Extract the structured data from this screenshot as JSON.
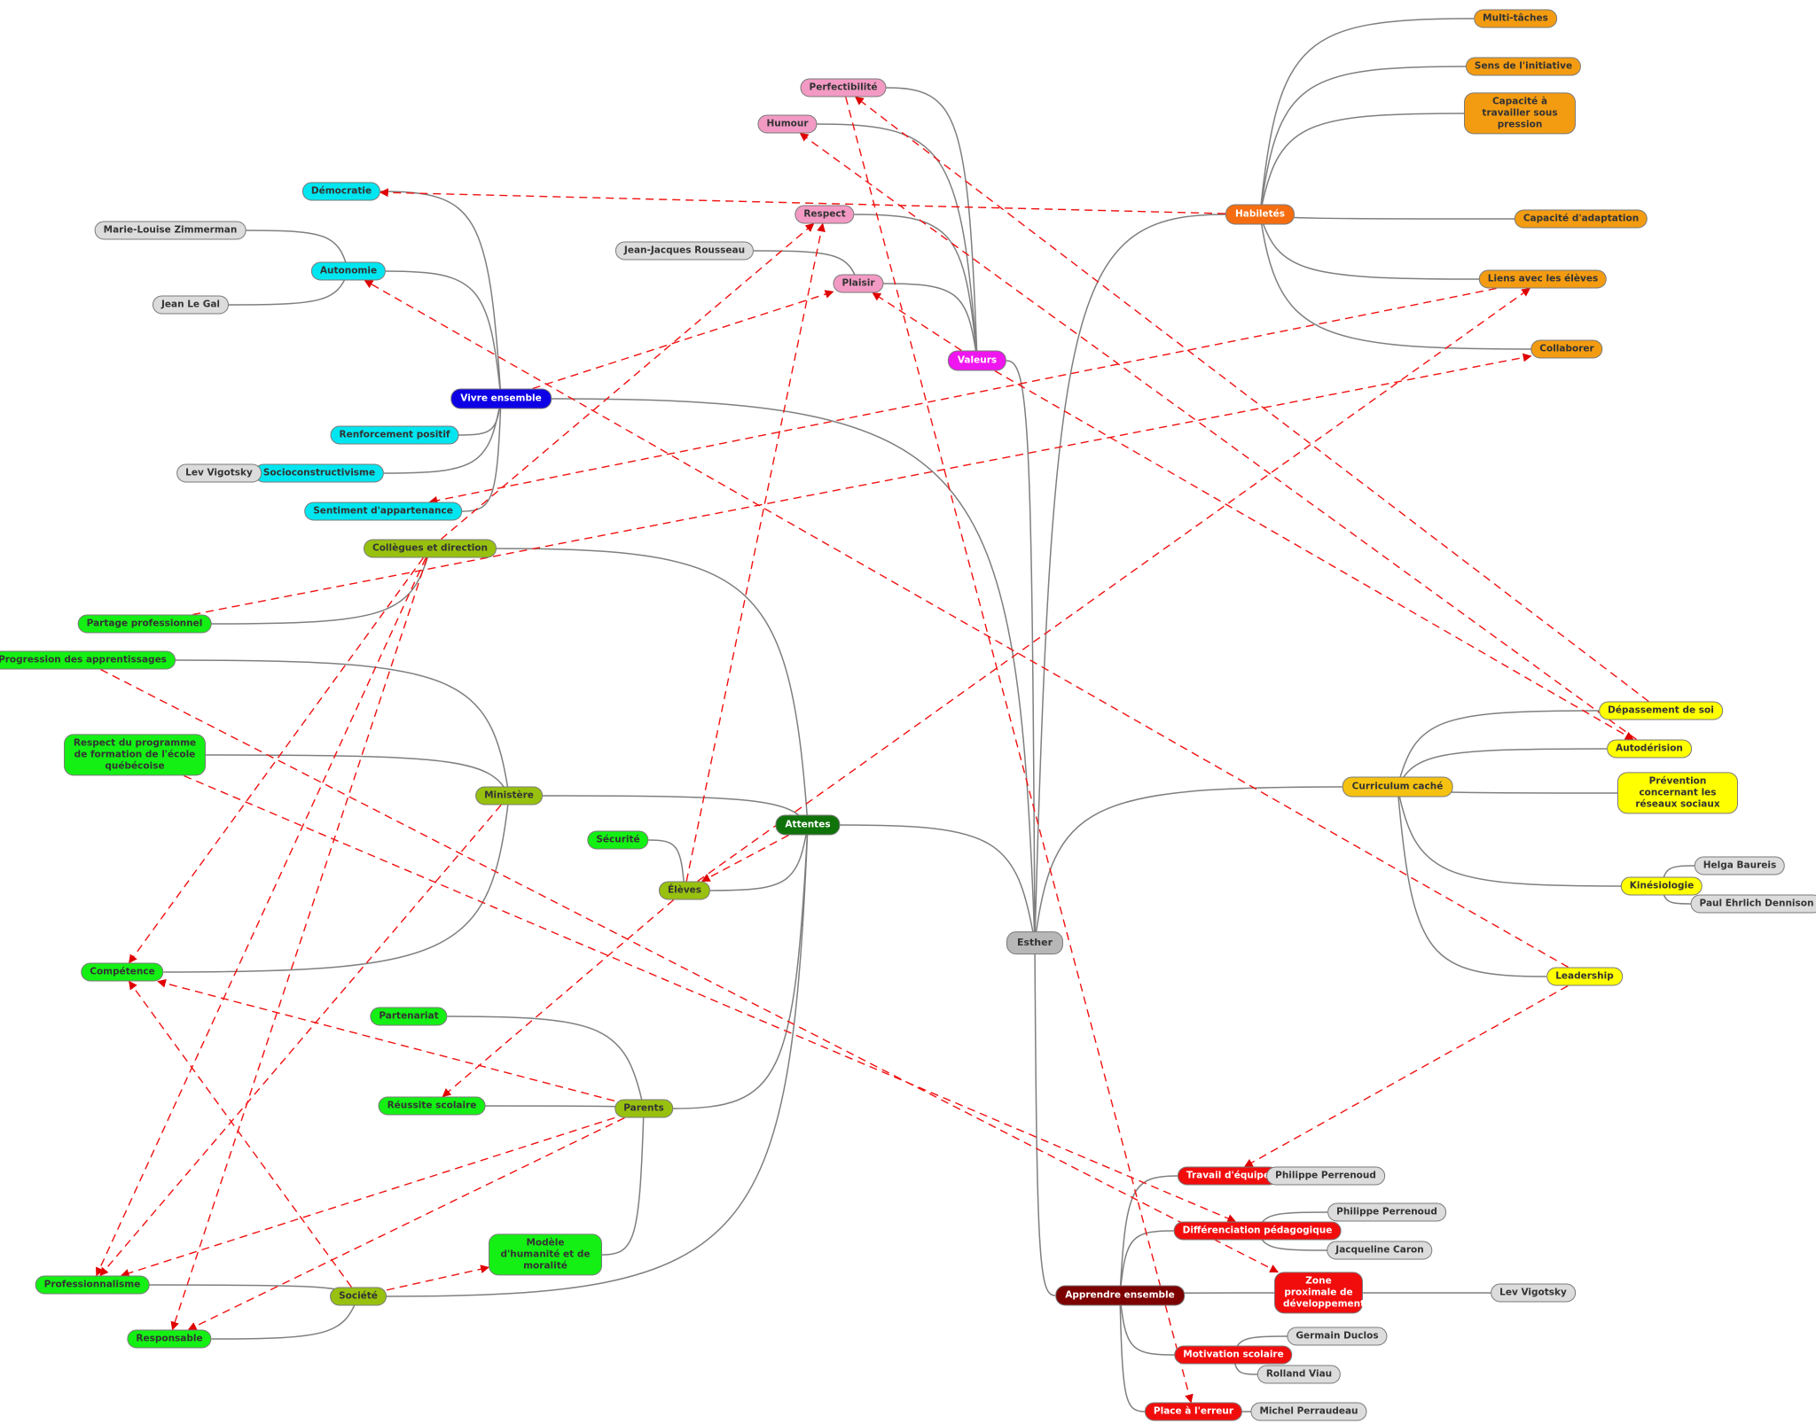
{
  "colors": {
    "root": "#b7b7b7",
    "blue": "#0d00e5",
    "cyan": "#00e6f0",
    "pink": "#f29ac4",
    "magenta": "#ef16ef",
    "orange_dark": "#f56d10",
    "orange": "#f39c12",
    "yellow_dark": "#f5c211",
    "yellow": "#ffff00",
    "green_dark": "#10730a",
    "olive": "#98c10f",
    "green": "#14f014",
    "maroon": "#7d0000",
    "red": "#f20d0d",
    "gray": "#dcdcdc",
    "edge": "#7f7f7f",
    "link": "#f21010"
  },
  "nodes": [
    {
      "id": "esther",
      "label": "Esther",
      "color": "root",
      "text": "dark",
      "kind": "root",
      "name": "root-node-esther"
    },
    {
      "id": "vivre",
      "label": "Vivre ensemble",
      "color": "blue",
      "text": "light",
      "kind": "main",
      "name": "branch-vivre-ensemble"
    },
    {
      "id": "democratie",
      "label": "Démocratie",
      "color": "cyan",
      "text": "dark",
      "name": "node-democratie"
    },
    {
      "id": "autonomie",
      "label": "Autonomie",
      "color": "cyan",
      "text": "dark",
      "name": "node-autonomie"
    },
    {
      "id": "mlz",
      "label": "Marie-Louise Zimmerman",
      "color": "gray",
      "text": "dark",
      "name": "author-marie-louise-zimmerman"
    },
    {
      "id": "jlg",
      "label": "Jean Le Gal",
      "color": "gray",
      "text": "dark",
      "name": "author-jean-le-gal"
    },
    {
      "id": "renfo",
      "label": "Renforcement positif",
      "color": "cyan",
      "text": "dark",
      "name": "node-renforcement-positif"
    },
    {
      "id": "socio",
      "label": "Socioconstructivisme",
      "color": "cyan",
      "text": "dark",
      "name": "node-socioconstructivisme"
    },
    {
      "id": "lv1",
      "label": "Lev Vigotsky",
      "color": "gray",
      "text": "dark",
      "name": "author-lev-vigotsky-1"
    },
    {
      "id": "sentiment",
      "label": "Sentiment d'appartenance",
      "color": "cyan",
      "text": "dark",
      "name": "node-sentiment-appartenance"
    },
    {
      "id": "valeurs",
      "label": "Valeurs",
      "color": "magenta",
      "text": "light",
      "kind": "main",
      "name": "branch-valeurs"
    },
    {
      "id": "perfect",
      "label": "Perfectibilité",
      "color": "pink",
      "text": "dark",
      "name": "node-perfectibilite"
    },
    {
      "id": "humour",
      "label": "Humour",
      "color": "pink",
      "text": "dark",
      "name": "node-humour"
    },
    {
      "id": "respect",
      "label": "Respect",
      "color": "pink",
      "text": "dark",
      "name": "node-respect"
    },
    {
      "id": "plaisir",
      "label": "Plaisir",
      "color": "pink",
      "text": "dark",
      "name": "node-plaisir"
    },
    {
      "id": "jjr",
      "label": "Jean-Jacques Rousseau",
      "color": "gray",
      "text": "dark",
      "name": "author-jean-jacques-rousseau"
    },
    {
      "id": "habiletes",
      "label": "Habiletés",
      "color": "orange_dark",
      "text": "light",
      "kind": "main",
      "name": "branch-habiletes"
    },
    {
      "id": "multi",
      "label": "Multi-tâches",
      "color": "orange",
      "text": "dark",
      "name": "node-multi-taches"
    },
    {
      "id": "initiative",
      "label": "Sens de l'initiative",
      "color": "orange",
      "text": "dark",
      "name": "node-sens-initiative"
    },
    {
      "id": "pression",
      "label": "Capacité à travailler sous pression",
      "color": "orange",
      "text": "dark",
      "wrap": 126,
      "name": "node-capacite-pression"
    },
    {
      "id": "adaptation",
      "label": "Capacité d'adaptation",
      "color": "orange",
      "text": "dark",
      "name": "node-capacite-adaptation"
    },
    {
      "id": "liens",
      "label": "Liens avec les élèves",
      "color": "orange",
      "text": "dark",
      "name": "node-liens-eleves"
    },
    {
      "id": "collaborer",
      "label": "Collaborer",
      "color": "orange",
      "text": "dark",
      "name": "node-collaborer"
    },
    {
      "id": "curriculum",
      "label": "Curriculum caché",
      "color": "yellow_dark",
      "text": "dark",
      "kind": "main",
      "name": "branch-curriculum-cache"
    },
    {
      "id": "depass",
      "label": "Dépassement de soi",
      "color": "yellow",
      "text": "dark",
      "name": "node-depassement-soi"
    },
    {
      "id": "autoder",
      "label": "Autodérision",
      "color": "yellow",
      "text": "dark",
      "name": "node-autoderision"
    },
    {
      "id": "prevention",
      "label": "Prévention concernant les réseaux sociaux",
      "color": "yellow",
      "text": "dark",
      "wrap": 136,
      "name": "node-prevention-reseaux"
    },
    {
      "id": "kine",
      "label": "Kinésiologie",
      "color": "yellow",
      "text": "dark",
      "name": "node-kinesiologie"
    },
    {
      "id": "helga",
      "label": "Helga Baureis",
      "color": "gray",
      "text": "dark",
      "name": "author-helga-baureis"
    },
    {
      "id": "paul",
      "label": "Paul Ehrlich Dennison",
      "color": "gray",
      "text": "dark",
      "name": "author-paul-ehrlich-dennison"
    },
    {
      "id": "leadership",
      "label": "Leadership",
      "color": "yellow",
      "text": "dark",
      "name": "node-leadership"
    },
    {
      "id": "attentes",
      "label": "Attentes",
      "color": "green_dark",
      "text": "light",
      "kind": "main",
      "name": "branch-attentes"
    },
    {
      "id": "collegues",
      "label": "Collègues et direction",
      "color": "olive",
      "text": "dark",
      "name": "node-collegues-direction"
    },
    {
      "id": "partage",
      "label": "Partage professionnel",
      "color": "green",
      "text": "dark",
      "name": "node-partage-professionnel"
    },
    {
      "id": "ministere",
      "label": "Ministère",
      "color": "olive",
      "text": "dark",
      "name": "node-ministere"
    },
    {
      "id": "progression",
      "label": "Progression des apprentissages",
      "color": "green",
      "text": "dark",
      "name": "node-progression-apprentissages"
    },
    {
      "id": "programme",
      "label": "Respect du programme de formation de l'école québécoise",
      "color": "green",
      "text": "dark",
      "wrap": 160,
      "name": "node-programme-formation"
    },
    {
      "id": "competence",
      "label": "Compétence",
      "color": "green",
      "text": "dark",
      "name": "node-competence"
    },
    {
      "id": "eleves",
      "label": "Élèves",
      "color": "olive",
      "text": "dark",
      "name": "node-eleves"
    },
    {
      "id": "securite",
      "label": "Sécurité",
      "color": "green",
      "text": "dark",
      "name": "node-securite"
    },
    {
      "id": "parents",
      "label": "Parents",
      "color": "olive",
      "text": "dark",
      "name": "node-parents"
    },
    {
      "id": "partenariat",
      "label": "Partenariat",
      "color": "green",
      "text": "dark",
      "name": "node-partenariat"
    },
    {
      "id": "reussite",
      "label": "Réussite scolaire",
      "color": "green",
      "text": "dark",
      "name": "node-reussite-scolaire"
    },
    {
      "id": "modele",
      "label": "Modèle d'humanité et de moralité",
      "color": "green",
      "text": "dark",
      "wrap": 128,
      "name": "node-modele-humanite"
    },
    {
      "id": "societe",
      "label": "Société",
      "color": "olive",
      "text": "dark",
      "name": "node-societe"
    },
    {
      "id": "profession",
      "label": "Professionnalisme",
      "color": "green",
      "text": "dark",
      "name": "node-professionnalisme"
    },
    {
      "id": "responsable",
      "label": "Responsable",
      "color": "green",
      "text": "dark",
      "name": "node-responsable"
    },
    {
      "id": "apprendre",
      "label": "Apprendre ensemble",
      "color": "maroon",
      "text": "light",
      "kind": "main",
      "name": "branch-apprendre-ensemble"
    },
    {
      "id": "travail",
      "label": "Travail d'équipe",
      "color": "red",
      "text": "light",
      "name": "node-travail-equipe"
    },
    {
      "id": "pp1",
      "label": "Philippe Perrenoud",
      "color": "gray",
      "text": "dark",
      "name": "author-philippe-perrenoud-1"
    },
    {
      "id": "diff",
      "label": "Différenciation pédagogique",
      "color": "red",
      "text": "light",
      "name": "node-differenciation-pedagogique"
    },
    {
      "id": "pp2",
      "label": "Philippe Perrenoud",
      "color": "gray",
      "text": "dark",
      "name": "author-philippe-perrenoud-2"
    },
    {
      "id": "jc",
      "label": "Jacqueline Caron",
      "color": "gray",
      "text": "dark",
      "name": "author-jacqueline-caron"
    },
    {
      "id": "zone",
      "label": "Zone proximale de développement",
      "color": "red",
      "text": "light",
      "wrap": 100,
      "name": "node-zone-proximale"
    },
    {
      "id": "lv2",
      "label": "Lev Vigotsky",
      "color": "gray",
      "text": "dark",
      "name": "author-lev-vigotsky-2"
    },
    {
      "id": "motivation",
      "label": "Motivation scolaire",
      "color": "red",
      "text": "light",
      "name": "node-motivation-scolaire"
    },
    {
      "id": "gd",
      "label": "Germain Duclos",
      "color": "gray",
      "text": "dark",
      "name": "author-germain-duclos"
    },
    {
      "id": "rv",
      "label": "Rolland Viau",
      "color": "gray",
      "text": "dark",
      "name": "author-rolland-viau"
    },
    {
      "id": "erreur",
      "label": "Place à l'erreur",
      "color": "red",
      "text": "light",
      "name": "node-place-erreur"
    },
    {
      "id": "mp",
      "label": "Michel Perraudeau",
      "color": "gray",
      "text": "dark",
      "name": "author-michel-perraudeau"
    }
  ],
  "edges": [
    [
      "esther",
      "vivre"
    ],
    [
      "esther",
      "valeurs"
    ],
    [
      "esther",
      "habiletes"
    ],
    [
      "esther",
      "curriculum"
    ],
    [
      "esther",
      "attentes"
    ],
    [
      "esther",
      "apprendre"
    ],
    [
      "vivre",
      "democratie"
    ],
    [
      "vivre",
      "autonomie"
    ],
    [
      "vivre",
      "renfo"
    ],
    [
      "vivre",
      "socio"
    ],
    [
      "vivre",
      "sentiment"
    ],
    [
      "autonomie",
      "mlz"
    ],
    [
      "autonomie",
      "jlg"
    ],
    [
      "socio",
      "lv1"
    ],
    [
      "valeurs",
      "perfect"
    ],
    [
      "valeurs",
      "humour"
    ],
    [
      "valeurs",
      "respect"
    ],
    [
      "valeurs",
      "plaisir"
    ],
    [
      "plaisir",
      "jjr"
    ],
    [
      "habiletes",
      "multi"
    ],
    [
      "habiletes",
      "initiative"
    ],
    [
      "habiletes",
      "pression"
    ],
    [
      "habiletes",
      "adaptation"
    ],
    [
      "habiletes",
      "liens"
    ],
    [
      "habiletes",
      "collaborer"
    ],
    [
      "curriculum",
      "depass"
    ],
    [
      "curriculum",
      "autoder"
    ],
    [
      "curriculum",
      "prevention"
    ],
    [
      "curriculum",
      "kine"
    ],
    [
      "curriculum",
      "leadership"
    ],
    [
      "kine",
      "helga"
    ],
    [
      "kine",
      "paul"
    ],
    [
      "attentes",
      "collegues"
    ],
    [
      "attentes",
      "ministere"
    ],
    [
      "attentes",
      "eleves"
    ],
    [
      "attentes",
      "parents"
    ],
    [
      "attentes",
      "societe"
    ],
    [
      "collegues",
      "partage"
    ],
    [
      "ministere",
      "progression"
    ],
    [
      "ministere",
      "programme"
    ],
    [
      "ministere",
      "competence"
    ],
    [
      "eleves",
      "securite"
    ],
    [
      "parents",
      "partenariat"
    ],
    [
      "parents",
      "reussite"
    ],
    [
      "parents",
      "modele"
    ],
    [
      "societe",
      "profession"
    ],
    [
      "societe",
      "responsable"
    ],
    [
      "apprendre",
      "travail"
    ],
    [
      "apprendre",
      "diff"
    ],
    [
      "apprendre",
      "zone"
    ],
    [
      "apprendre",
      "motivation"
    ],
    [
      "apprendre",
      "erreur"
    ],
    [
      "travail",
      "pp1"
    ],
    [
      "diff",
      "pp2"
    ],
    [
      "diff",
      "jc"
    ],
    [
      "zone",
      "lv2"
    ],
    [
      "motivation",
      "gd"
    ],
    [
      "motivation",
      "rv"
    ],
    [
      "erreur",
      "mp"
    ]
  ],
  "links": [
    [
      "habiletes",
      "democratie"
    ],
    [
      "vivre",
      "plaisir"
    ],
    [
      "partage",
      "collaborer"
    ],
    [
      "liens",
      "sentiment"
    ],
    [
      "collegues",
      "respect"
    ],
    [
      "eleves",
      "respect"
    ],
    [
      "eleves",
      "liens"
    ],
    [
      "attentes",
      "eleves"
    ],
    [
      "autoder",
      "humour"
    ],
    [
      "depass",
      "perfect"
    ],
    [
      "valeurs",
      "plaisir"
    ],
    [
      "leadership",
      "autonomie"
    ],
    [
      "leadership",
      "travail"
    ],
    [
      "perfect",
      "erreur"
    ],
    [
      "progression",
      "zone"
    ],
    [
      "programme",
      "diff"
    ],
    [
      "collegues",
      "competence"
    ],
    [
      "collegues",
      "profession"
    ],
    [
      "collegues",
      "responsable"
    ],
    [
      "ministere",
      "profession"
    ],
    [
      "parents",
      "competence"
    ],
    [
      "parents",
      "profession"
    ],
    [
      "parents",
      "responsable"
    ],
    [
      "societe",
      "competence"
    ],
    [
      "societe",
      "modele"
    ],
    [
      "eleves",
      "reussite"
    ],
    [
      "valeurs",
      "autoder"
    ]
  ]
}
